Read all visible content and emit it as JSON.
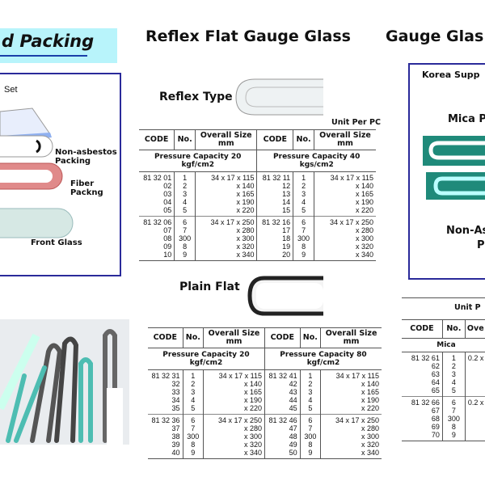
{
  "left": {
    "banner": "d Packing",
    "set_label": "Set",
    "parts": [
      "Non-asbestos\nPacking",
      "Fiber\nPackng",
      "Front Glass"
    ]
  },
  "middle": {
    "title": "Reflex Flat Gauge Glass",
    "reflex_type": "Reflex Type",
    "plain_flat": "Plain Flat",
    "unit": "Unit Per PC"
  },
  "right": {
    "title": "Gauge Glas",
    "supply": "Korea Supp",
    "mica": "Mica P",
    "non_asb": "Non-As",
    "non_asb2": "P",
    "unit": "Unit P"
  },
  "headers": {
    "code": "CODE",
    "no": "No.",
    "size": "Overall Size\nmm",
    "size_short": "Ove"
  },
  "tables": [
    {
      "pressure": [
        "Pressure Capacity 20 kgf/cm2",
        "Pressure Capacity 40 kgs/cm2"
      ],
      "groups": [
        {
          "codes": [
            [
              "81 32 01",
              "02",
              "03",
              "04",
              "05"
            ],
            [
              "81 32 11",
              "12",
              "13",
              "14",
              "15"
            ]
          ],
          "nos": [
            "1",
            "2",
            "3",
            "4",
            "5"
          ],
          "sizes": [
            "34 x 17 x 115",
            "x 140",
            "x 165",
            "x 190",
            "x 220"
          ]
        },
        {
          "codes": [
            [
              "81 32 06",
              "07",
              "08",
              "09",
              "10"
            ],
            [
              "81 32 16",
              "17",
              "18",
              "19",
              "20"
            ]
          ],
          "nos": [
            "6",
            "7",
            "300",
            "8",
            "9"
          ],
          "sizes": [
            "34 x 17 x 250",
            "x 280",
            "x 300",
            "x 320",
            "x 340"
          ]
        }
      ]
    },
    {
      "pressure": [
        "Pressure Capacity 20 kgf/cm2",
        "Pressure Capacity 80 kgf/cm2"
      ],
      "groups": [
        {
          "codes": [
            [
              "81 32 31",
              "32",
              "33",
              "34",
              "35"
            ],
            [
              "81 32 41",
              "42",
              "43",
              "44",
              "45"
            ]
          ],
          "nos": [
            "1",
            "2",
            "3",
            "4",
            "5"
          ],
          "sizes": [
            "34 x 17 x 115",
            "x 140",
            "x 165",
            "x 190",
            "x 220"
          ]
        },
        {
          "codes": [
            [
              "81 32 36",
              "37",
              "38",
              "39",
              "40"
            ],
            [
              "81 32 46",
              "47",
              "48",
              "49",
              "50"
            ]
          ],
          "nos": [
            "6",
            "7",
            "300",
            "8",
            "9"
          ],
          "sizes": [
            "34 x 17 x 250",
            "x 280",
            "x 300",
            "x 320",
            "x 340"
          ]
        }
      ]
    }
  ],
  "mica_table": {
    "section": "Mica",
    "groups": [
      {
        "codes": [
          "81 32 61",
          "62",
          "63",
          "64",
          "65"
        ],
        "nos": [
          "1",
          "2",
          "3",
          "4",
          "5"
        ],
        "size": "0.2 x"
      },
      {
        "codes": [
          "81 32 66",
          "67",
          "68",
          "69",
          "70"
        ],
        "nos": [
          "6",
          "7",
          "300",
          "8",
          "9"
        ],
        "size": "0.2 x"
      }
    ]
  },
  "colors": {
    "banner": "#b8f4fb",
    "border": "#2a2a9a",
    "mica": "#1f8a7a"
  }
}
